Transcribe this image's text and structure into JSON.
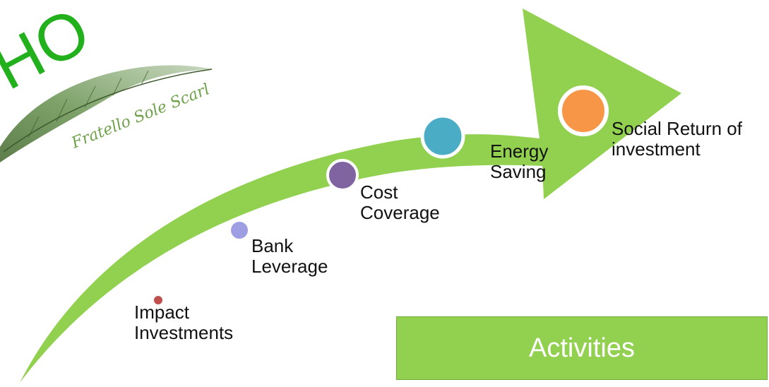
{
  "logo": {
    "letters": "HO",
    "tagline": "Fratello Sole Scarl"
  },
  "steps": [
    {
      "id": "impact",
      "label": "Impact\nInvestments",
      "color": "#c0504d"
    },
    {
      "id": "bank",
      "label": "Bank\nLeverage",
      "color": "#9e9ee2"
    },
    {
      "id": "cost",
      "label": "Cost\nCoverage",
      "color": "#8064a2"
    },
    {
      "id": "energy",
      "label": "Energy\nSaving",
      "color": "#4bacc6"
    },
    {
      "id": "social",
      "label": "Social Return of\ninvestment",
      "color": "#f79646"
    }
  ],
  "activities": {
    "label": "Activities"
  },
  "colors": {
    "arrow": "#92d050",
    "logo_letters": "#22b11c",
    "leaf_dark": "#4a6a3a",
    "leaf_light": "#a8c79a"
  }
}
